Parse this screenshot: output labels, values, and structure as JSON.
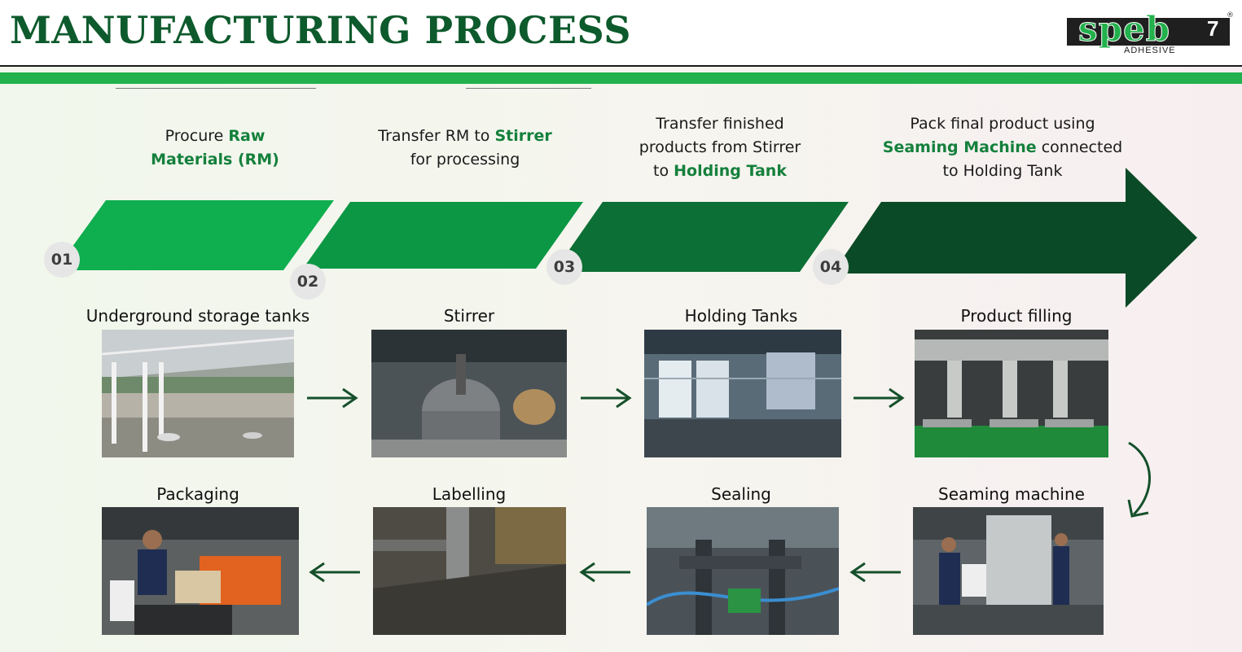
{
  "header": {
    "title": "MANUFACTURING PROCESS",
    "logo": {
      "word": "speb",
      "seven": "7",
      "sub": "ADHESIVE",
      "reg": "®"
    }
  },
  "steps": [
    {
      "number": "01",
      "text_parts": [
        {
          "t": "Procure ",
          "b": false
        },
        {
          "t": "Raw",
          "b": true
        },
        {
          "t": "\n",
          "b": false
        },
        {
          "t": "Materials (RM)",
          "b": true
        }
      ],
      "color": "#0fae4f"
    },
    {
      "number": "02",
      "text_parts": [
        {
          "t": "Transfer RM to ",
          "b": false
        },
        {
          "t": "Stirrer",
          "b": true
        },
        {
          "t": "\nfor processing",
          "b": false
        }
      ],
      "color": "#0c9744"
    },
    {
      "number": "03",
      "text_parts": [
        {
          "t": "Transfer finished\nproducts from Stirrer\nto ",
          "b": false
        },
        {
          "t": "Holding Tank",
          "b": true
        }
      ],
      "color": "#0c6f35"
    },
    {
      "number": "04",
      "text_parts": [
        {
          "t": "Pack final product using\n",
          "b": false
        },
        {
          "t": "Seaming Machine",
          "b": true
        },
        {
          "t": " connected\nto Holding Tank",
          "b": false
        }
      ],
      "color": "#0b4a26"
    }
  ],
  "process": {
    "row1": [
      {
        "caption": "Underground storage tanks",
        "scene": "storage-tanks"
      },
      {
        "caption": "Stirrer",
        "scene": "stirrer"
      },
      {
        "caption": "Holding Tanks",
        "scene": "holding-tanks"
      },
      {
        "caption": "Product filling",
        "scene": "filling"
      }
    ],
    "row2": [
      {
        "caption": "Packaging",
        "scene": "packaging"
      },
      {
        "caption": "Labelling",
        "scene": "labelling"
      },
      {
        "caption": "Sealing",
        "scene": "sealing"
      },
      {
        "caption": "Seaming machine",
        "scene": "seaming"
      }
    ]
  },
  "colors": {
    "title": "#0d5a2c",
    "accent": "#22b14c",
    "arrow": "#15502b",
    "bold_text": "#14803c"
  },
  "icons": {
    "flow_arrow": "arrow-right-icon",
    "return_arrow": "arrow-left-icon",
    "turn_arrow": "curved-arrow-down-icon"
  }
}
